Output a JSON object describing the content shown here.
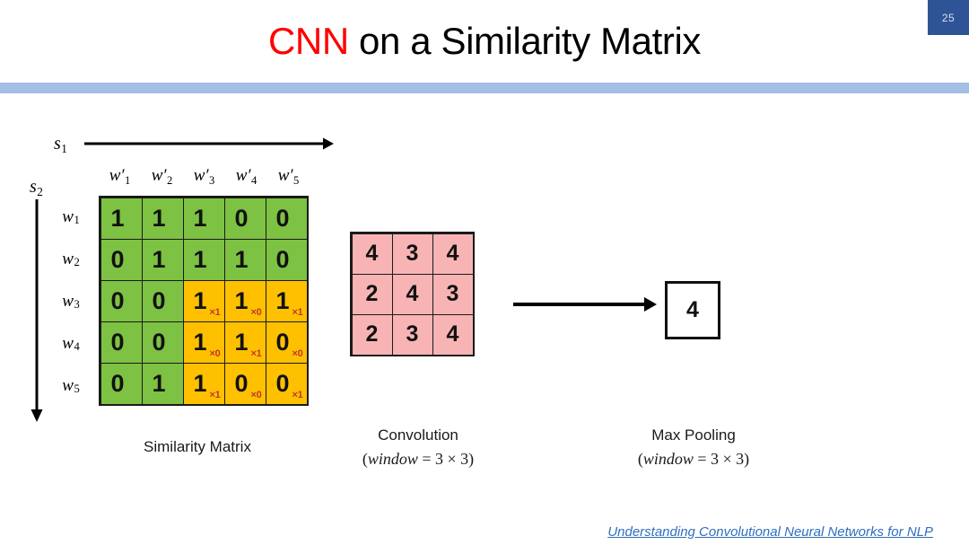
{
  "slide": {
    "number": "25",
    "title_accent": "CNN",
    "title_rest": " on a Similarity Matrix",
    "accent_color": "#ff0000",
    "divider_color": "#a3bfe4",
    "badge_color": "#2e5496"
  },
  "axes": {
    "horizontal": {
      "symbol": "s",
      "subscript": "1",
      "name": "s1-axis"
    },
    "vertical": {
      "symbol": "s",
      "subscript": "2",
      "name": "s2-axis"
    }
  },
  "similarity_matrix": {
    "caption": "Similarity Matrix",
    "column_headers": [
      {
        "symbol": "w",
        "prime": "′",
        "subscript": "1"
      },
      {
        "symbol": "w",
        "prime": "′",
        "subscript": "2"
      },
      {
        "symbol": "w",
        "prime": "′",
        "subscript": "3"
      },
      {
        "symbol": "w",
        "prime": "′",
        "subscript": "4"
      },
      {
        "symbol": "w",
        "prime": "′",
        "subscript": "5"
      }
    ],
    "row_headers": [
      {
        "symbol": "w",
        "subscript": "1"
      },
      {
        "symbol": "w",
        "subscript": "2"
      },
      {
        "symbol": "w",
        "subscript": "3"
      },
      {
        "symbol": "w",
        "subscript": "4"
      },
      {
        "symbol": "w",
        "subscript": "5"
      }
    ],
    "green_color": "#7dc242",
    "orange_color": "#ffc000",
    "kernel_color": "#c0392b",
    "rows": [
      [
        {
          "value": "1",
          "highlight": "green",
          "kernel": ""
        },
        {
          "value": "1",
          "highlight": "green",
          "kernel": ""
        },
        {
          "value": "1",
          "highlight": "green",
          "kernel": ""
        },
        {
          "value": "0",
          "highlight": "green",
          "kernel": ""
        },
        {
          "value": "0",
          "highlight": "green",
          "kernel": ""
        }
      ],
      [
        {
          "value": "0",
          "highlight": "green",
          "kernel": ""
        },
        {
          "value": "1",
          "highlight": "green",
          "kernel": ""
        },
        {
          "value": "1",
          "highlight": "green",
          "kernel": ""
        },
        {
          "value": "1",
          "highlight": "green",
          "kernel": ""
        },
        {
          "value": "0",
          "highlight": "green",
          "kernel": ""
        }
      ],
      [
        {
          "value": "0",
          "highlight": "green",
          "kernel": ""
        },
        {
          "value": "0",
          "highlight": "green",
          "kernel": ""
        },
        {
          "value": "1",
          "highlight": "orange",
          "kernel": "×1"
        },
        {
          "value": "1",
          "highlight": "orange",
          "kernel": "×0"
        },
        {
          "value": "1",
          "highlight": "orange",
          "kernel": "×1"
        }
      ],
      [
        {
          "value": "0",
          "highlight": "green",
          "kernel": ""
        },
        {
          "value": "0",
          "highlight": "green",
          "kernel": ""
        },
        {
          "value": "1",
          "highlight": "orange",
          "kernel": "×0"
        },
        {
          "value": "1",
          "highlight": "orange",
          "kernel": "×1"
        },
        {
          "value": "0",
          "highlight": "orange",
          "kernel": "×0"
        }
      ],
      [
        {
          "value": "0",
          "highlight": "green",
          "kernel": ""
        },
        {
          "value": "1",
          "highlight": "green",
          "kernel": ""
        },
        {
          "value": "1",
          "highlight": "orange",
          "kernel": "×1"
        },
        {
          "value": "0",
          "highlight": "orange",
          "kernel": "×0"
        },
        {
          "value": "0",
          "highlight": "orange",
          "kernel": "×1"
        }
      ]
    ]
  },
  "convolution": {
    "caption_title": "Convolution",
    "caption_window_open": "(",
    "caption_window_word": "window",
    "caption_window_eq": " = 3 × 3)",
    "fill_color": "#f8b4b4",
    "rows": [
      [
        "4",
        "3",
        "4"
      ],
      [
        "2",
        "4",
        "3"
      ],
      [
        "2",
        "3",
        "4"
      ]
    ]
  },
  "max_pooling": {
    "caption_title": "Max Pooling",
    "caption_window_open": "(",
    "caption_window_word": "window",
    "caption_window_eq": " = 3 × 3)",
    "value": "4"
  },
  "footer": {
    "link_text": "Understanding Convolutional Neural Networks for NLP",
    "link_color": "#2f6fbf"
  }
}
